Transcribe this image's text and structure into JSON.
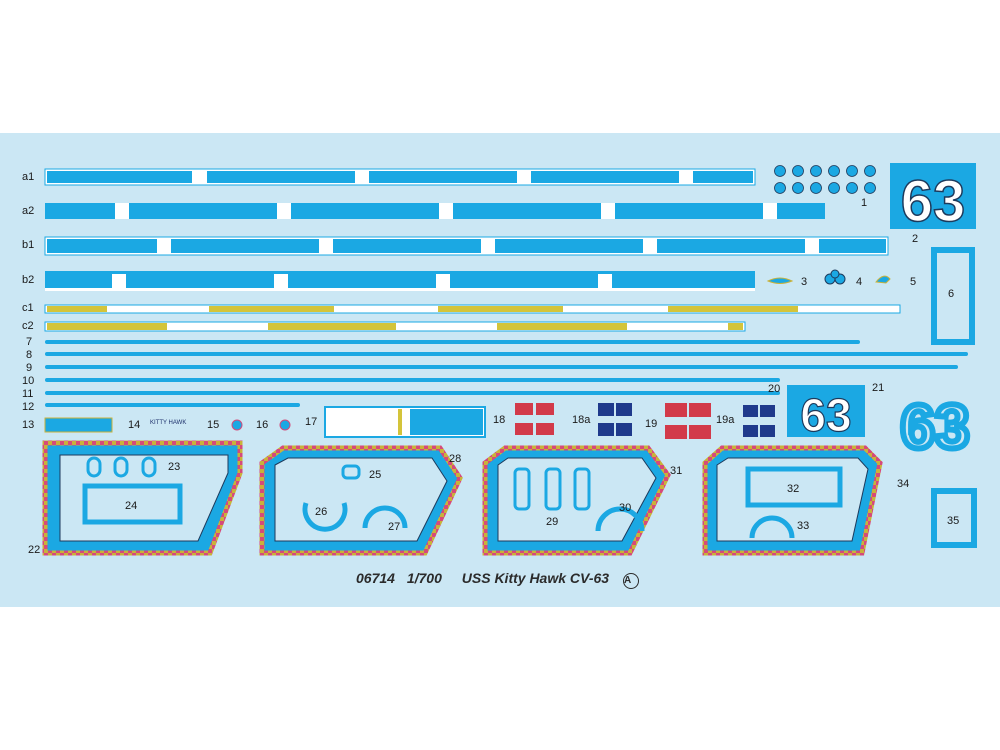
{
  "sheet": {
    "product_code": "06714",
    "scale": "1/700",
    "title": "USS Kitty Hawk CV-63",
    "version_mark": "A"
  },
  "decal_numbers": {
    "hull_number_large": "63",
    "hull_number_outline": "63",
    "name_small": "KITTY HAWK"
  },
  "row_labels": [
    "a1",
    "a2",
    "b1",
    "b2",
    "c1",
    "c2",
    "7",
    "8",
    "9",
    "10",
    "11",
    "12",
    "13"
  ],
  "part_labels": [
    "1",
    "2",
    "3",
    "4",
    "5",
    "6",
    "14",
    "15",
    "16",
    "17",
    "18",
    "18a",
    "19",
    "19a",
    "20",
    "21",
    "22",
    "23",
    "24",
    "25",
    "26",
    "27",
    "28",
    "29",
    "30",
    "31",
    "32",
    "33",
    "34",
    "35"
  ],
  "colors": {
    "background": "#cbe7f4",
    "decal_blue": "#1ba8e3",
    "deck_yellow": "#d4c43a",
    "outline_dark": "#1d3a5c",
    "dash_pink": "#d64a7a",
    "flag_red": "#d23a4a",
    "flag_navy": "#1f3a8c"
  },
  "icons": [
    "roundel-icon",
    "wings-insignia-icon",
    "squadron-emblem-icon",
    "flag-icon"
  ]
}
